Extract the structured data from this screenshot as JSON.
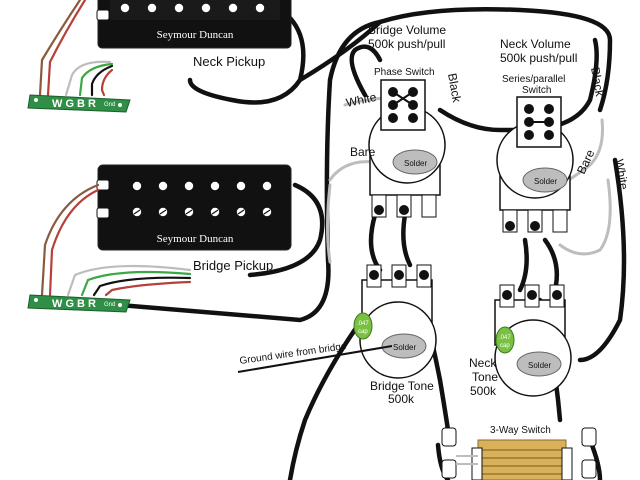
{
  "pickups": {
    "neck": {
      "brand": "Seymour Duncan",
      "label": "Neck Pickup"
    },
    "bridge": {
      "brand": "Seymour Duncan",
      "label": "Bridge Pickup"
    }
  },
  "pcb": {
    "pins": "W G B R",
    "gnd": "Gnd"
  },
  "controls": {
    "bridge_volume": {
      "line1": "Bridge Volume",
      "line2": "500k push/pull"
    },
    "neck_volume": {
      "line1": "Neck Volume",
      "line2": "500k push/pull"
    },
    "phase_switch": "Phase Switch",
    "series_parallel": {
      "line1": "Series/parallel",
      "line2": "Switch"
    },
    "bridge_tone": {
      "line1": "Bridge Tone",
      "line2": "500k"
    },
    "neck_tone": {
      "line1": "Neck",
      "line2": "Tone",
      "line3": "500k"
    },
    "three_way": "3-Way Switch",
    "solder": "Solder",
    "cap": {
      "value": ".047",
      "unit": "cap"
    }
  },
  "wires": {
    "white": "White",
    "black": "Black",
    "bare": "Bare",
    "ground_wire": "Ground wire from bridge"
  },
  "colors": {
    "pickup_body": "#111111",
    "pcb_green": "#2f8f46",
    "cap_green": "#7ac143",
    "switch_gold": "#d8b15a",
    "wire_black": "#111111",
    "wire_white": "#bdbdbd",
    "wire_red": "#b5413a",
    "wire_green": "#3aa844",
    "wire_brown": "#8a5a3c"
  }
}
